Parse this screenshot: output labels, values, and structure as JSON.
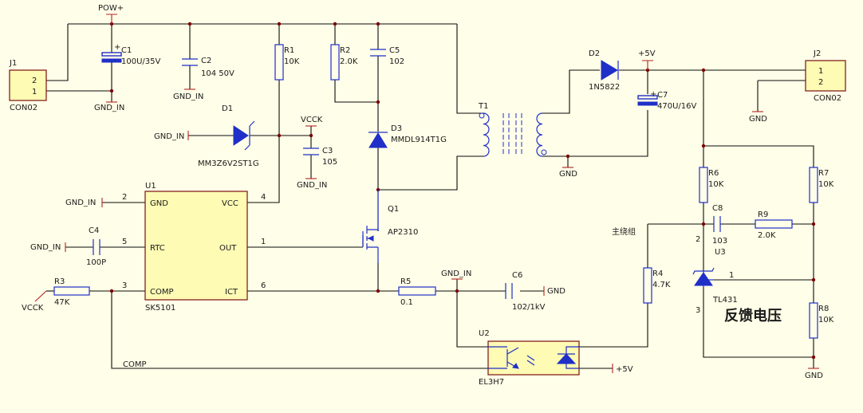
{
  "nets": {
    "pow": "POW+",
    "gnd_in": "GND_IN",
    "vcck": "VCCK",
    "gnd": "GND",
    "p5v": "+5V",
    "comp": "COMP"
  },
  "j1": {
    "ref": "J1",
    "value": "CON02",
    "pin_top": "2",
    "pin_bot": "1"
  },
  "j2": {
    "ref": "J2",
    "value": "CON02",
    "pin_top": "1",
    "pin_bot": "2"
  },
  "c1": {
    "ref": "C1",
    "value": "100U/35V"
  },
  "c2": {
    "ref": "C2",
    "value": "104 50V"
  },
  "r1": {
    "ref": "R1",
    "value": "10K"
  },
  "r2": {
    "ref": "R2",
    "value": "2.0K"
  },
  "c5": {
    "ref": "C5",
    "value": "102"
  },
  "d1": {
    "ref": "D1",
    "value": "MM3Z6V2ST1G"
  },
  "c3": {
    "ref": "C3",
    "value": "105"
  },
  "d3": {
    "ref": "D3",
    "value": "MMDL914T1G"
  },
  "t1": {
    "ref": "T1"
  },
  "d2": {
    "ref": "D2",
    "value": "1N5822"
  },
  "c7": {
    "ref": "C7",
    "value": "470U/16V"
  },
  "q1": {
    "ref": "Q1",
    "value": "AP2310"
  },
  "u1": {
    "ref": "U1",
    "value": "SK5101",
    "gnd": "GND",
    "vcc": "VCC",
    "rtc": "RTC",
    "out": "OUT",
    "comp": "COMP",
    "ict": "ICT",
    "p2": "2",
    "p4": "4",
    "p5": "5",
    "p1": "1",
    "p3": "3",
    "p6": "6"
  },
  "c4": {
    "ref": "C4",
    "value": "100P"
  },
  "r3": {
    "ref": "R3",
    "value": "47K"
  },
  "r5": {
    "ref": "R5",
    "value": "0.1"
  },
  "c6": {
    "ref": "C6",
    "value": "102/1kV"
  },
  "u2": {
    "ref": "U2",
    "value": "EL3H7"
  },
  "r4": {
    "ref": "R4",
    "value": "4.7K"
  },
  "r6": {
    "ref": "R6",
    "value": "10K"
  },
  "r7": {
    "ref": "R7",
    "value": "10K"
  },
  "c8": {
    "ref": "C8",
    "value": "103"
  },
  "r9": {
    "ref": "R9",
    "value": "2.0K"
  },
  "u3": {
    "ref": "U3",
    "value": "TL431",
    "p1": "1",
    "p2": "2",
    "p3": "3"
  },
  "r8": {
    "ref": "R8",
    "value": "10K"
  },
  "notes": {
    "winding": "主绕组",
    "feedback": "反馈电压"
  }
}
